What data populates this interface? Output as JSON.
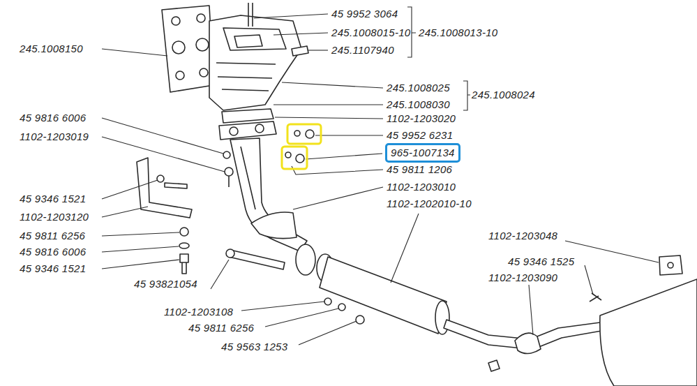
{
  "diagram": {
    "nodes": [
      {
        "text": [
          "965-1007134"
        ]
      }
    ],
    "labels": [
      "45 9952 3064",
      "245.1008015-10",
      "245.1008013-10",
      "245.1008150",
      "245.1107940",
      "245.1008025",
      "245.1008024",
      "245.1008030",
      "45 9816 6006",
      "1102-1203020",
      "1102-1203019",
      "45 9952 6231",
      "45 9811 1206",
      "1102-1203010",
      "1102-1202010-10",
      "45 9346 1521",
      "1102-1203120",
      "45 9811 6256",
      "45 9816 6006",
      "45 9346 1521",
      "1102-1203048",
      "45 9346 1525",
      "1102-1203090",
      "45 93821054",
      "1102-1203108",
      "45 9811 6256",
      "45 9563 1253"
    ]
  }
}
